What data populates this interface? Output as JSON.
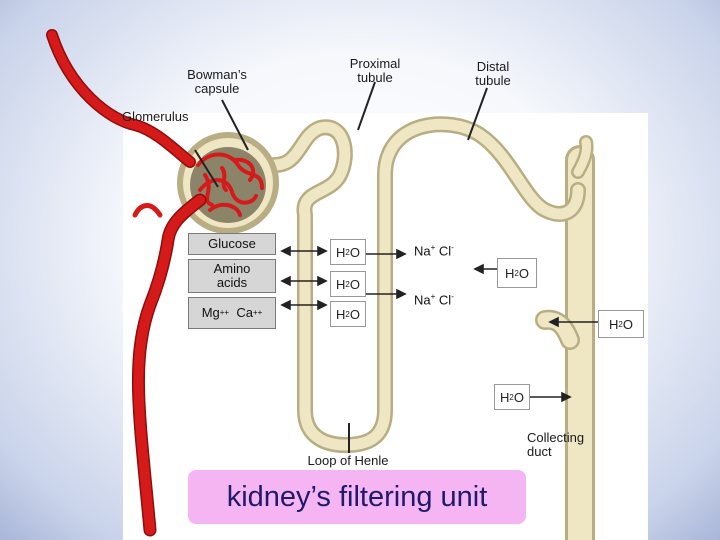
{
  "labels": {
    "bowmans_capsule": [
      "Bowman’s",
      "capsule"
    ],
    "proximal_tubule": [
      "Proximal",
      "tubule"
    ],
    "distal_tubule": [
      "Distal",
      "tubule"
    ],
    "glomerulus": "Glomerulus",
    "loop_of_henle": "Loop of Henle",
    "collecting_duct": [
      "Collecting",
      "duct"
    ]
  },
  "solutes": {
    "glucose": "Glucose",
    "amino_acids": [
      "Amino",
      "acids"
    ],
    "minerals_mg": "Mg",
    "minerals_ca": "Ca",
    "charge_plus2": "++"
  },
  "water": {
    "base": "H",
    "sub": "2",
    "tail": "O"
  },
  "salt": {
    "na": "Na",
    "na_charge": "+",
    "cl": "Cl",
    "cl_charge": "-"
  },
  "title": "kidney’s filtering unit",
  "colors": {
    "artery": "#d61a1a",
    "tubule": "#efe6c4",
    "tubule_edge": "#b9ad83",
    "title_bg": "#f5b5f3",
    "title_text": "#1f1a6a"
  }
}
